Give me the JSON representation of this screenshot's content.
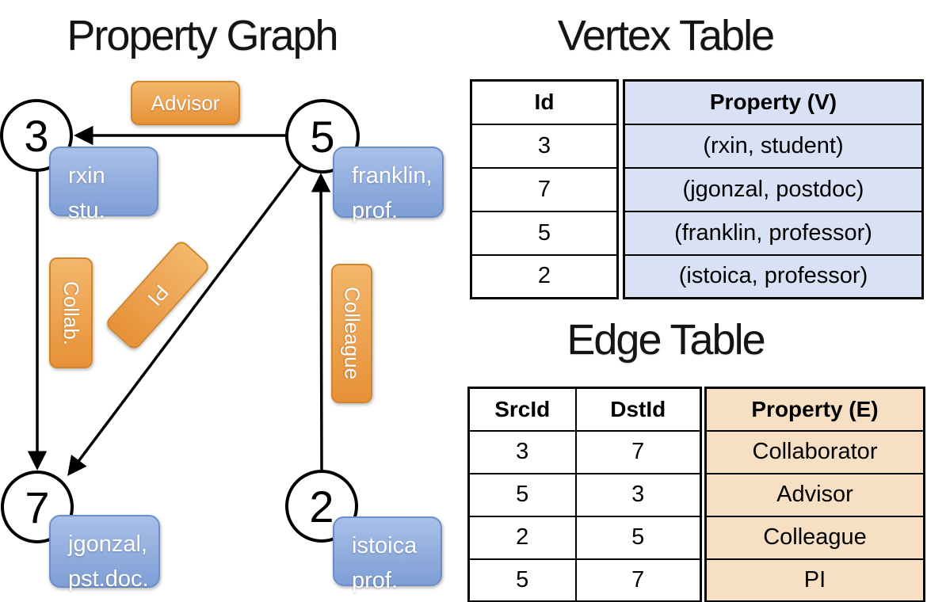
{
  "graph": {
    "title": "Property Graph",
    "vertices": [
      {
        "id": "3",
        "line1": "rxin",
        "line2": "stu."
      },
      {
        "id": "5",
        "line1": "franklin,",
        "line2": "prof."
      },
      {
        "id": "7",
        "line1": "jgonzal,",
        "line2": "pst.doc."
      },
      {
        "id": "2",
        "line1": "istoica",
        "line2": "prof."
      }
    ],
    "edge_labels": {
      "advisor": "Advisor",
      "collab": "Collab.",
      "pi": "PI",
      "colleague": "Colleague"
    }
  },
  "vertex_table": {
    "title": "Vertex Table",
    "columns": {
      "id": "Id",
      "property": "Property (V)"
    },
    "rows": [
      {
        "id": "3",
        "property": "(rxin, student)"
      },
      {
        "id": "7",
        "property": "(jgonzal, postdoc)"
      },
      {
        "id": "5",
        "property": "(franklin, professor)"
      },
      {
        "id": "2",
        "property": "(istoica, professor)"
      }
    ]
  },
  "edge_table": {
    "title": "Edge Table",
    "columns": {
      "src": "SrcId",
      "dst": "DstId",
      "property": "Property (E)"
    },
    "rows": [
      {
        "src": "3",
        "dst": "7",
        "property": "Collaborator"
      },
      {
        "src": "5",
        "dst": "3",
        "property": "Advisor"
      },
      {
        "src": "2",
        "dst": "5",
        "property": "Colleague"
      },
      {
        "src": "5",
        "dst": "7",
        "property": "PI"
      }
    ]
  },
  "colors": {
    "edge_label_orange_top": "#f3b76b",
    "edge_label_orange_bottom": "#e79138",
    "vertex_card_blue_top": "#a9c0e9",
    "vertex_card_blue_bottom": "#7e9ed5",
    "vertex_table_property_fill": "#d9e2f4",
    "edge_table_property_fill": "#f6dfc2",
    "line_color": "#000000"
  }
}
